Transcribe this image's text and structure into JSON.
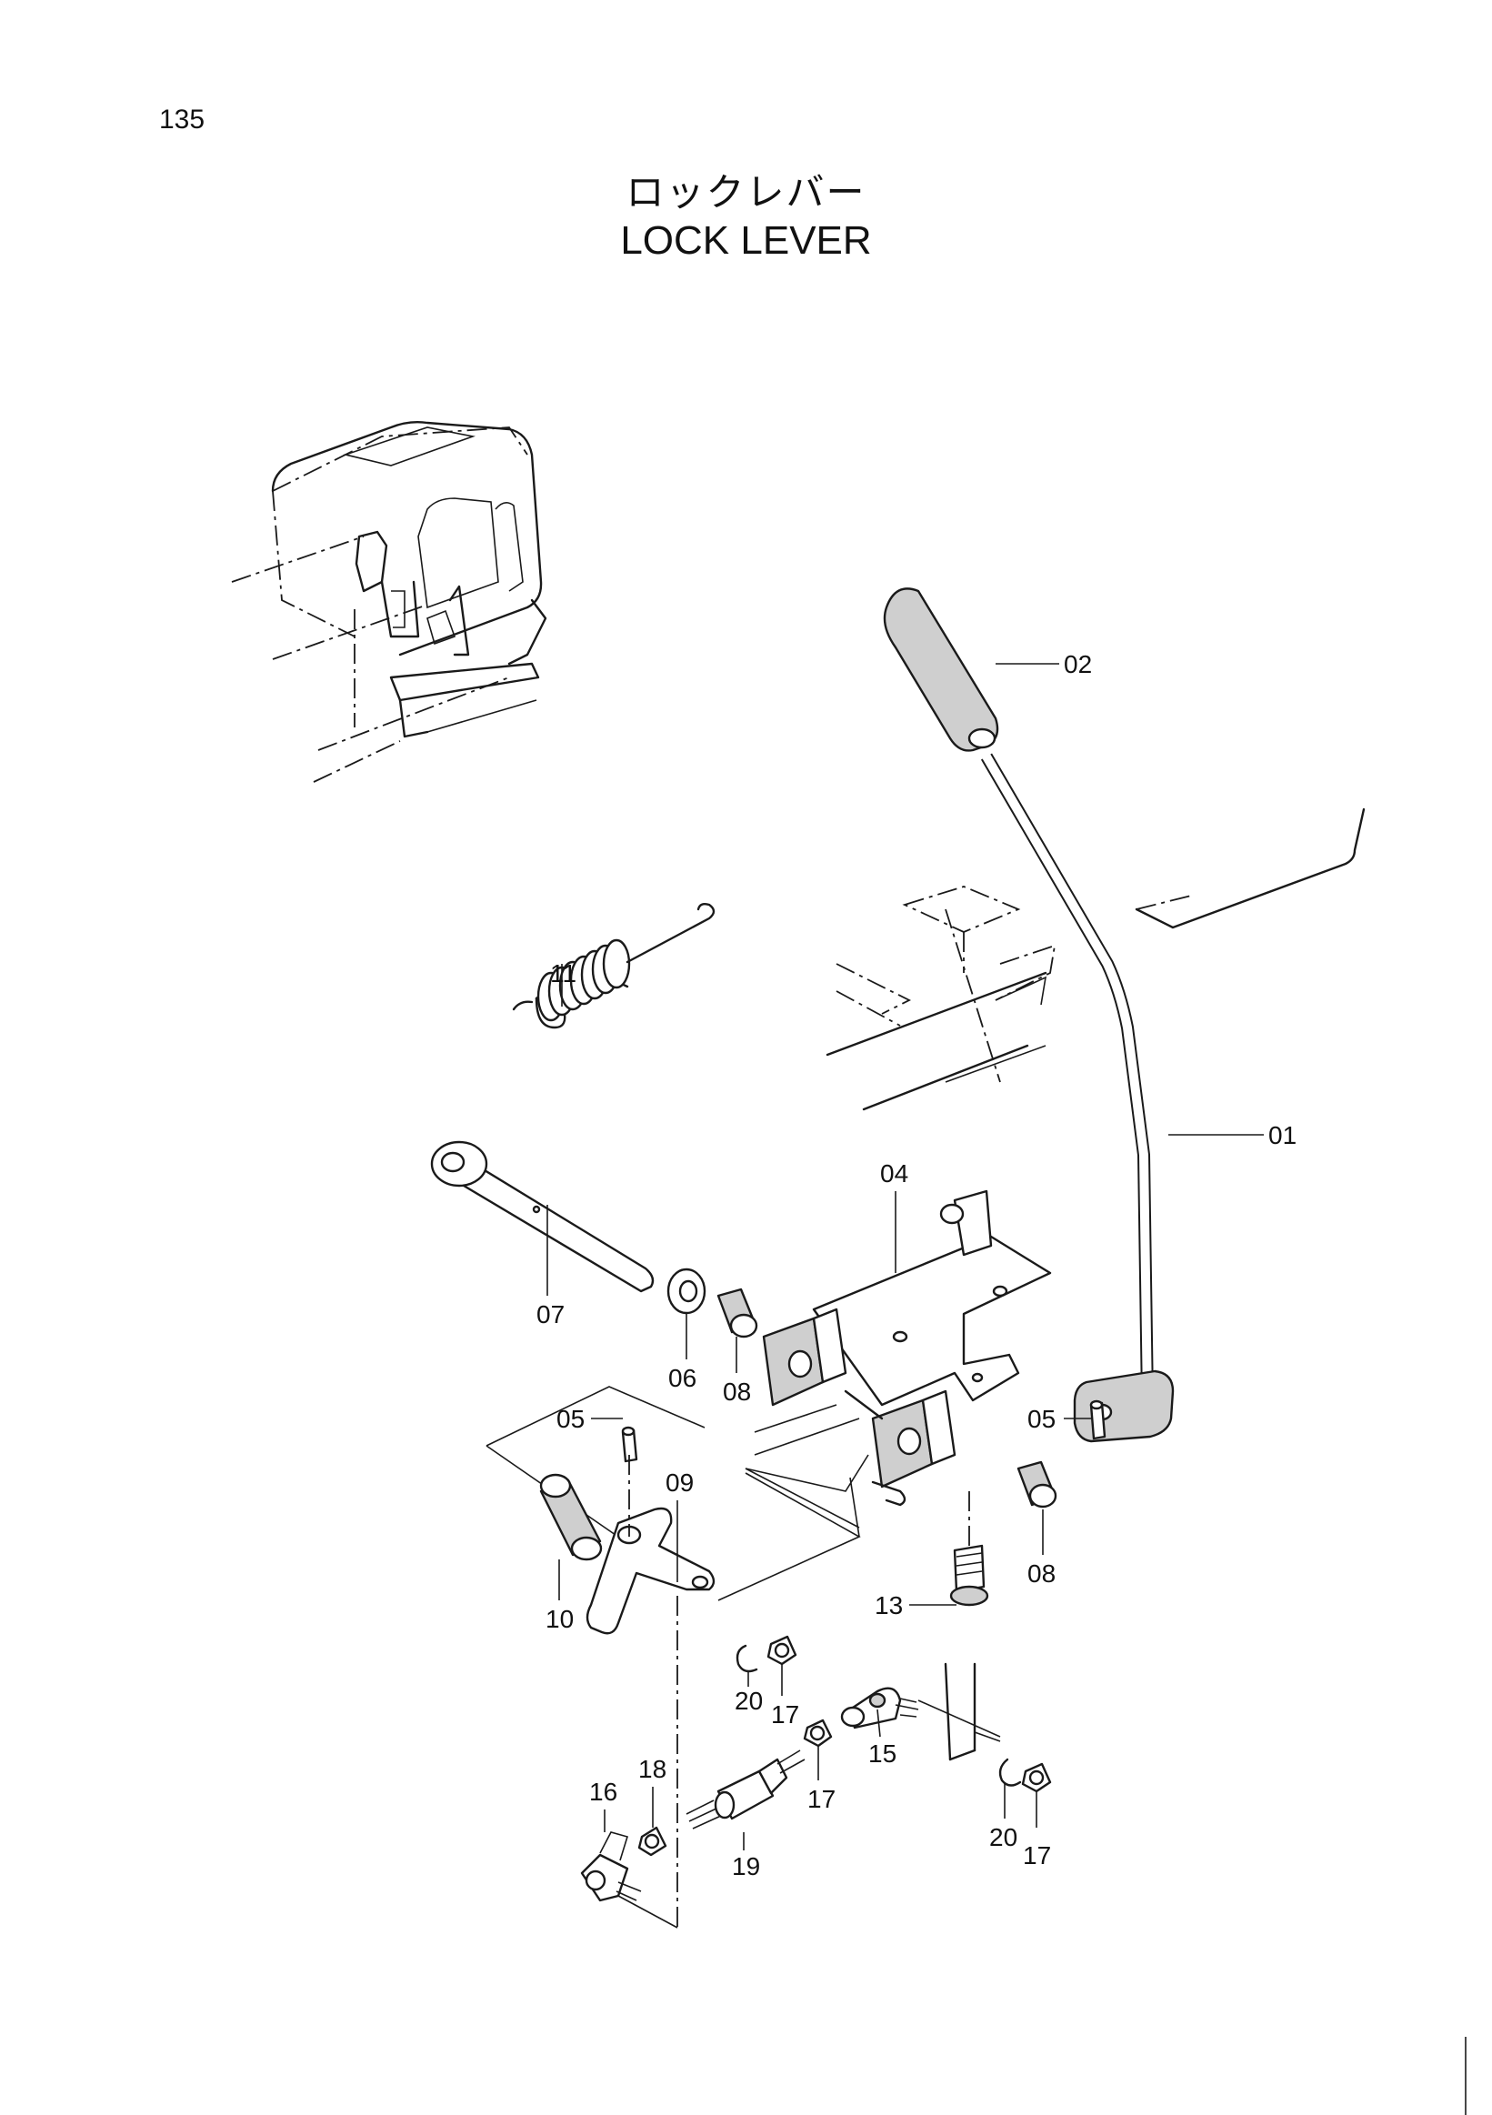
{
  "page": {
    "number": "135",
    "title_jp": "ロックレバー",
    "title_en": "LOCK LEVER"
  },
  "callouts": [
    {
      "id": "01",
      "label": "01"
    },
    {
      "id": "02",
      "label": "02"
    },
    {
      "id": "04",
      "label": "04"
    },
    {
      "id": "05a",
      "label": "05"
    },
    {
      "id": "05b",
      "label": "05"
    },
    {
      "id": "06",
      "label": "06"
    },
    {
      "id": "07",
      "label": "07"
    },
    {
      "id": "08a",
      "label": "08"
    },
    {
      "id": "08b",
      "label": "08"
    },
    {
      "id": "09",
      "label": "09"
    },
    {
      "id": "10",
      "label": "10"
    },
    {
      "id": "11",
      "label": "11"
    },
    {
      "id": "13",
      "label": "13"
    },
    {
      "id": "15",
      "label": "15"
    },
    {
      "id": "16",
      "label": "16"
    },
    {
      "id": "17a",
      "label": "17"
    },
    {
      "id": "17b",
      "label": "17"
    },
    {
      "id": "17c",
      "label": "17"
    },
    {
      "id": "18",
      "label": "18"
    },
    {
      "id": "19",
      "label": "19"
    },
    {
      "id": "20a",
      "label": "20"
    },
    {
      "id": "20b",
      "label": "20"
    }
  ]
}
